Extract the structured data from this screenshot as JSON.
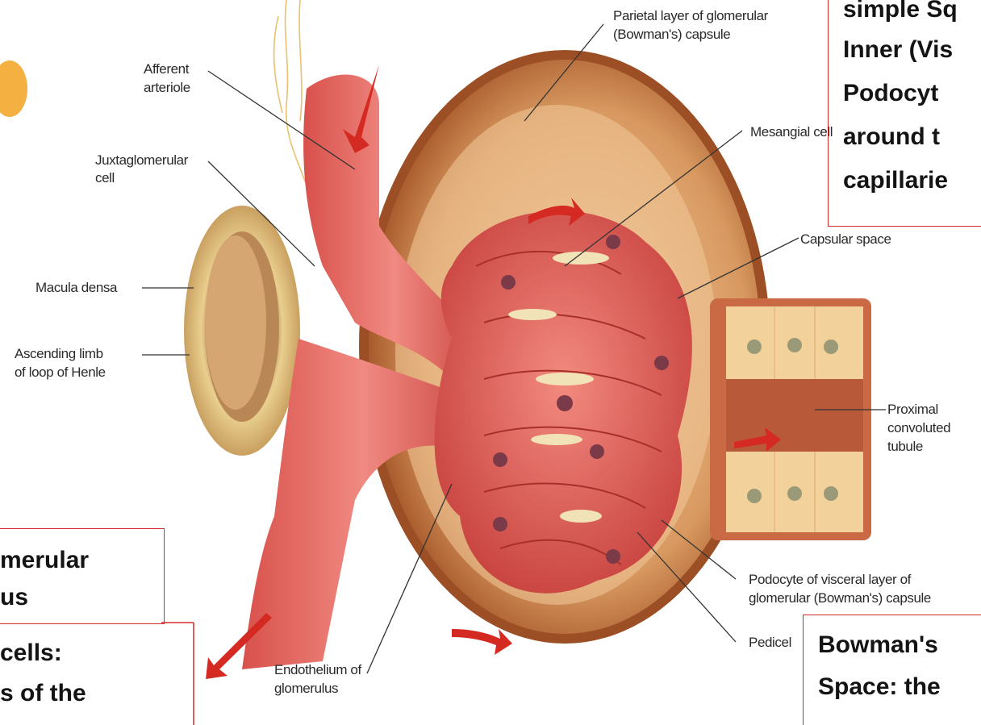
{
  "labels": {
    "parietal_layer": "Parietal layer of glomerular",
    "parietal_layer_2": "(Bowman's) capsule",
    "afferent": "Afferent",
    "afferent_2": "arteriole",
    "juxta": "Juxtaglomerular",
    "juxta_2": "cell",
    "mesangial": "Mesangial cell",
    "capsular_space": "Capsular space",
    "macula_densa": "Macula densa",
    "ascending": "Ascending limb",
    "ascending_2": "of loop of Henle",
    "proximal": "Proximal",
    "proximal_2": "convoluted",
    "proximal_3": "tubule",
    "podocyte": "Podocyte of visceral layer of",
    "podocyte_2": "glomerular (Bowman's) capsule",
    "endothelium": "Endothelium of",
    "endothelium_2": "glomerulus",
    "pedicel": "Pedicel"
  },
  "callouts": {
    "top_right": [
      "simple Sq",
      "Inner (Vis",
      " Podocyt",
      "around t",
      "capillarie"
    ],
    "bottom_left": [
      "merular",
      "us"
    ],
    "bottom_left_overflow": [
      "cells:",
      "s of the"
    ],
    "bottom_right": [
      "Bowman's",
      "Space: the"
    ]
  },
  "colors": {
    "callout_border": "#d42b2b",
    "capsule": "#c97a4a",
    "vessel": "#e0605a",
    "tubule": "#e9c98a"
  }
}
